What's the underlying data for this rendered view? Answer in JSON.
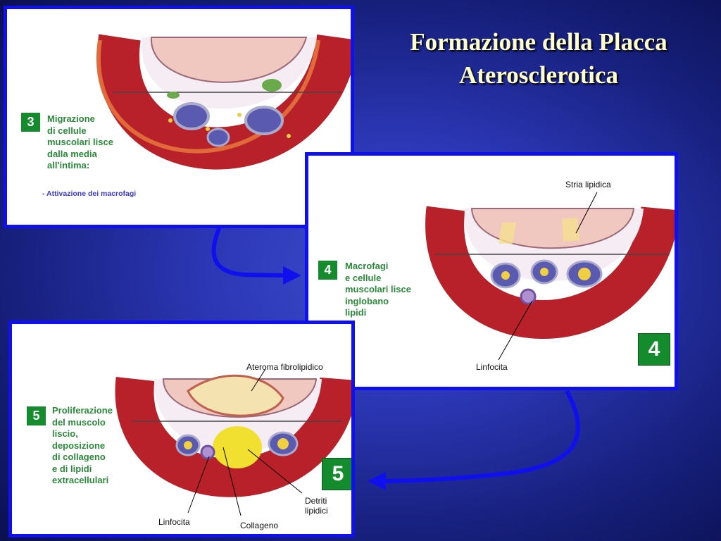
{
  "slide": {
    "title": "Formazione della Placca Aterosclerotica",
    "colors": {
      "background": "#2b36b4",
      "title": "#ffffcc",
      "panel_border": "#1010ee",
      "badge": "#148c2e",
      "caption": "#2a8a3a",
      "subcaption": "#3a3ad0"
    }
  },
  "panel3": {
    "badge": "3",
    "caption": "Migrazione\ndi cellule\nmuscolari lisce\ndalla media\nall'intima:",
    "subcaption": "- Attivazione dei macrofagi"
  },
  "panel4": {
    "badge": "4",
    "big_badge": "4",
    "caption": "Macrofagi\ne cellule\nmuscolari lisce\ninglobano\nlipidi",
    "label_stria": "Stria lipidica",
    "label_linfocita": "Linfocita"
  },
  "panel5": {
    "badge": "5",
    "big_badge": "5",
    "caption": "Proliferazione\ndel muscolo\nliscio,\ndeposizione\ndi collageno\ne di lipidi\nextracellulari",
    "label_ateroma": "Ateroma fibrolipidico",
    "label_linfocita": "Linfocita",
    "label_collageno": "Collageno",
    "label_detriti": "Detriti\nlipidici"
  }
}
